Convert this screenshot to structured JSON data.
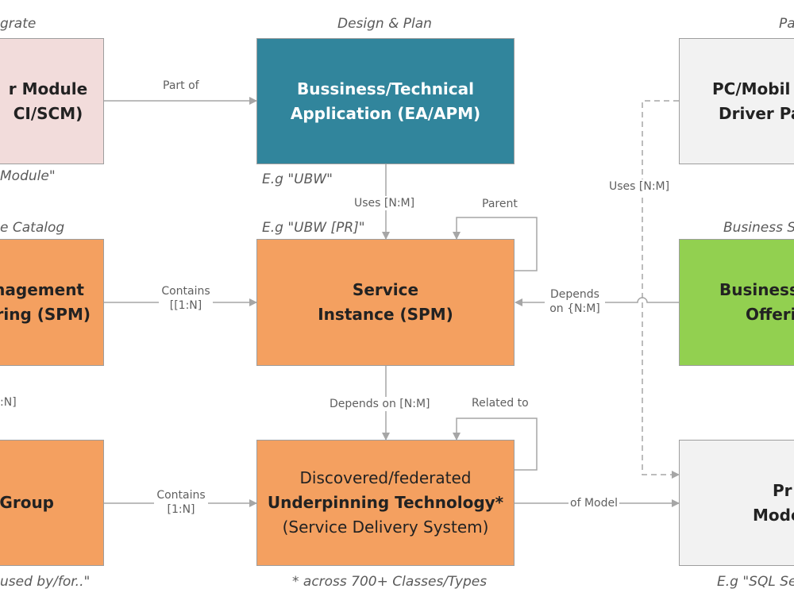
{
  "captions": {
    "integrate": "grate",
    "design_plan": "Design & Plan",
    "pa": "Pa",
    "module_eg": "Module\"",
    "ubw_eg": "E.g \"UBW\"",
    "service_catalog": "e Catalog",
    "ubw_pr_eg": "E.g \"UBW [PR]\"",
    "business_s": "Business S",
    "across_classes": "* across 700+ Classes/Types",
    "used_by_for": "used by/for..\"",
    "sql_eg": "E.g \"SQL Se"
  },
  "boxes": {
    "module": {
      "line1": "r Module",
      "line2": "CI/SCM)"
    },
    "application": {
      "line1": "Bussiness/Technical",
      "line2": "Application (EA/APM)"
    },
    "pc_mobile": {
      "line1": "PC/Mobil",
      "line2": "Driver Pa"
    },
    "management_offering": {
      "line1": "nagement",
      "line2": "ring (SPM)"
    },
    "service_instance": {
      "line1": "Service",
      "line2": "Instance (SPM)"
    },
    "business_offering": {
      "line1": "Business",
      "line2": "Offeri"
    },
    "group": {
      "line1": "Group"
    },
    "underpinning": {
      "line1": "Discovered/federated",
      "line2": "Underpinning Technology*",
      "line3": "(Service Delivery System)"
    },
    "product_model": {
      "line1": "Pr",
      "line2": "Mode"
    }
  },
  "relations": {
    "part_of": "Part of",
    "uses_nm_left": "Uses [N:M]",
    "parent": "Parent",
    "uses_nm_right": "Uses [N:M]",
    "contains_1": "Contains",
    "contains_1_card": "[[1:N]",
    "depends_1": "Depends",
    "depends_1_card": "on {N:M]",
    "n_left": ":N]",
    "depends_on_nm": "Depends on [N:M]",
    "related_to": "Related to",
    "contains_2": "Contains",
    "contains_2_card": "[1:N]",
    "of_model": "of Model"
  },
  "colors": {
    "orange": "#f4a060",
    "teal": "#31859c",
    "pink": "#f2dcdb",
    "grey": "#f2f2f2",
    "green": "#92d050",
    "connector": "#a6a6a6"
  }
}
